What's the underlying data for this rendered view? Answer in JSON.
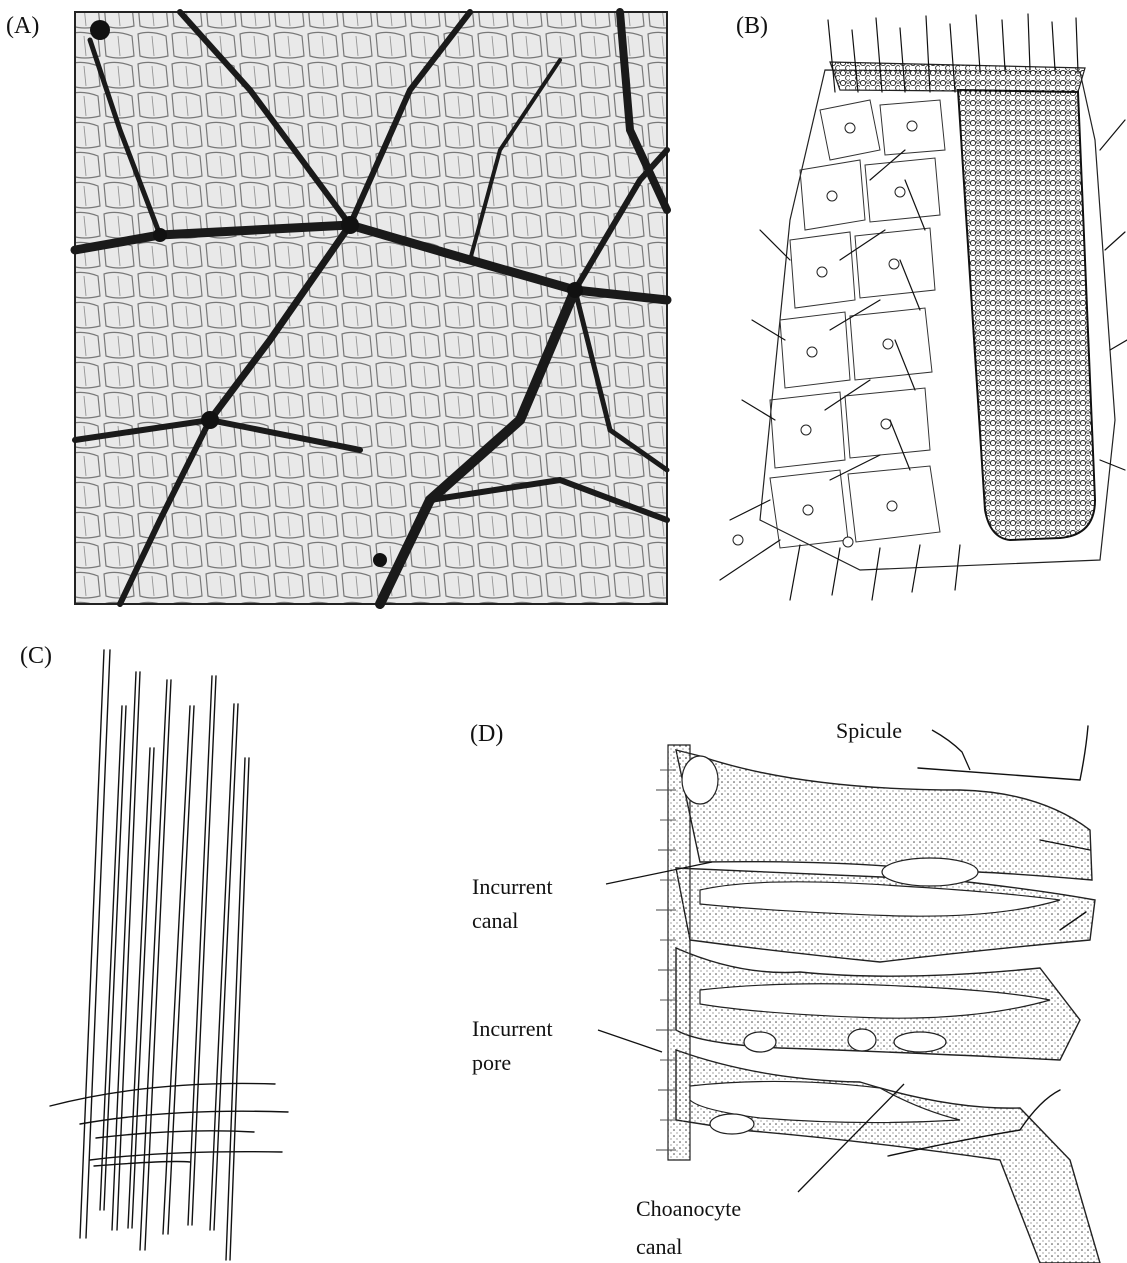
{
  "panels": {
    "A": {
      "letter": "(A)"
    },
    "B": {
      "letter": "(B)"
    },
    "C": {
      "letter": "(C)"
    },
    "D": {
      "letter": "(D)",
      "labels": {
        "spicule": "Spicule",
        "incurrent_canal_1": "Incurrent",
        "incurrent_canal_2": "canal",
        "incurrent_pore_1": "Incurrent",
        "incurrent_pore_2": "pore",
        "choanocyte_canal_1": "Choanocyte",
        "choanocyte_canal_2": "canal"
      }
    }
  }
}
